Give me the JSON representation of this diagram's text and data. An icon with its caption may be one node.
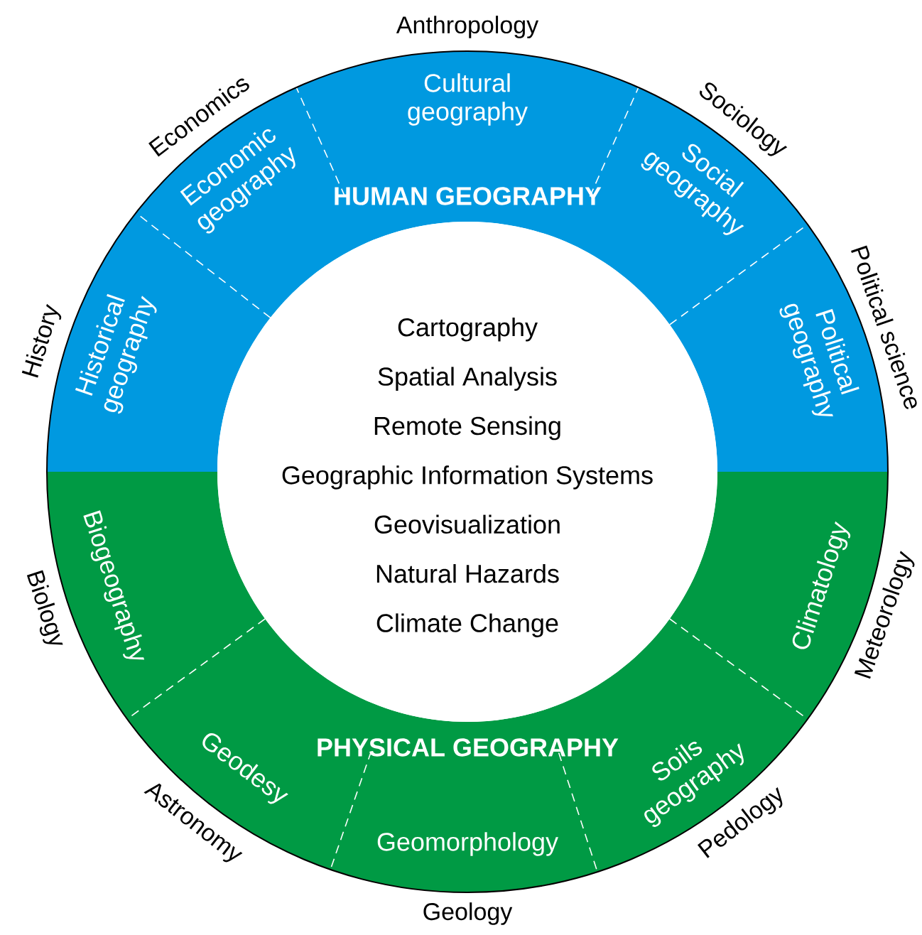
{
  "diagram": {
    "nodes": [
      {
        "text": [
          "HUMAN GEOGRAPHY"
        ]
      },
      {
        "text": [
          "Historical geography"
        ],
        "in": 0
      },
      {
        "text": [
          "Economic geography"
        ],
        "in": 0
      },
      {
        "text": [
          "Cultural geography"
        ],
        "in": 0
      },
      {
        "text": [
          "Social geography"
        ],
        "in": 0
      },
      {
        "text": [
          "Political geography"
        ],
        "in": 0
      },
      {
        "text": [
          "PHYSICAL GEOGRAPHY"
        ]
      },
      {
        "text": [
          "Biogeography"
        ],
        "in": 6
      },
      {
        "text": [
          "Geodesy"
        ],
        "in": 6
      },
      {
        "text": [
          "Geomorphology"
        ],
        "in": 6
      },
      {
        "text": [
          "Soils geography"
        ],
        "in": 6
      },
      {
        "text": [
          "Climatology"
        ],
        "in": 6
      },
      {
        "text": [
          "Cartography",
          "Spatial Analysis",
          "Remote Sensing",
          "Geographic Information Systems",
          "Geovisualization",
          "Natural Hazards",
          "Climate Change"
        ]
      }
    ],
    "labels": [
      "Anthropology",
      "Economics",
      "Sociology",
      "History",
      "Political science",
      "Biology",
      "Meteorology",
      "Astronomy",
      "Pedology",
      "Geology"
    ]
  }
}
